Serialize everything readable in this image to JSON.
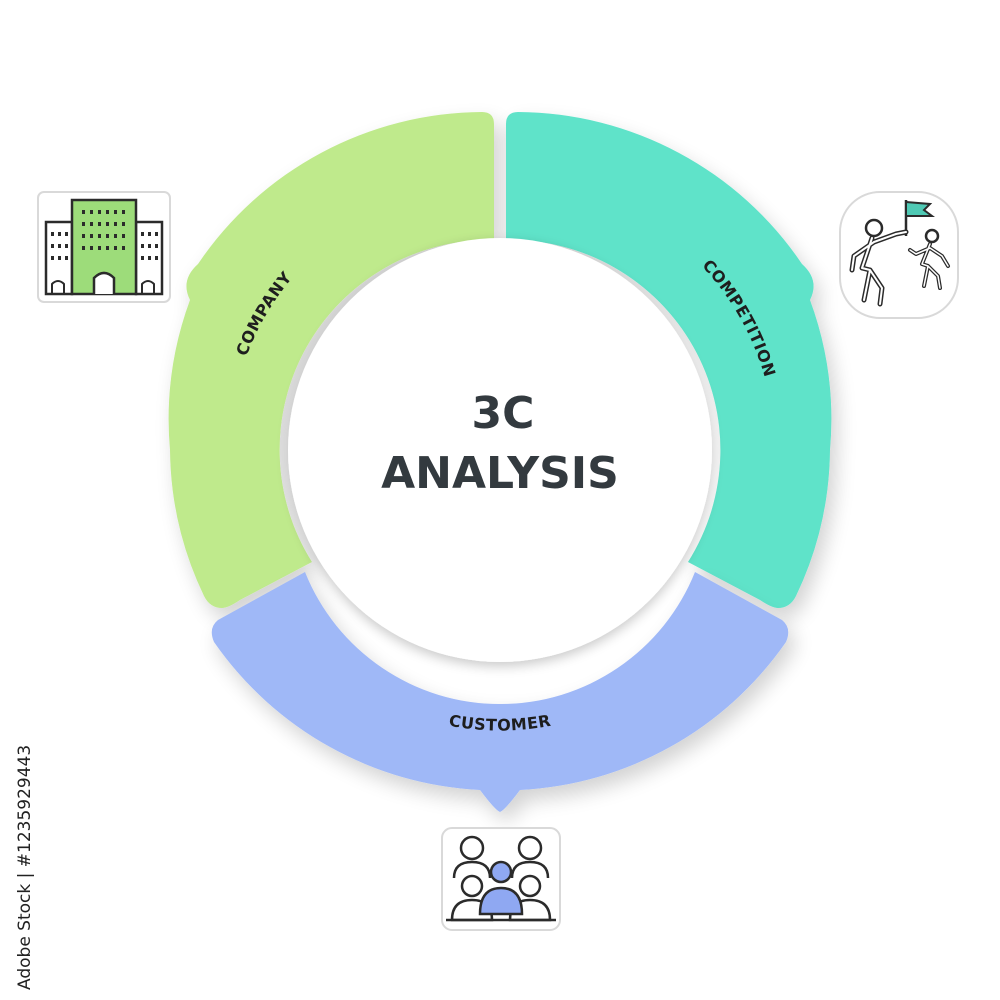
{
  "center": {
    "line1": "3C",
    "line2": "ANALYSIS"
  },
  "segments": [
    {
      "key": "company",
      "label": "COMPANY",
      "color": "#bfea8c",
      "icon": "office-building-icon"
    },
    {
      "key": "competition",
      "label": "COMPETITION",
      "color": "#5fe3c9",
      "icon": "competition-runners-flag-icon"
    },
    {
      "key": "customer",
      "label": "CUSTOMER",
      "color": "#9fb8f7",
      "icon": "customer-group-icon"
    }
  ],
  "watermark": {
    "stock_id": "Adobe Stock | #1235929443"
  },
  "colors": {
    "company": "#bfea8c",
    "competition": "#5fe3c9",
    "customer": "#9fb8f7",
    "text_dark": "#333a3f",
    "icon_accent_green": "#9ddc7a",
    "icon_accent_teal": "#4fc9b4",
    "icon_accent_blue": "#8fa8f2"
  }
}
